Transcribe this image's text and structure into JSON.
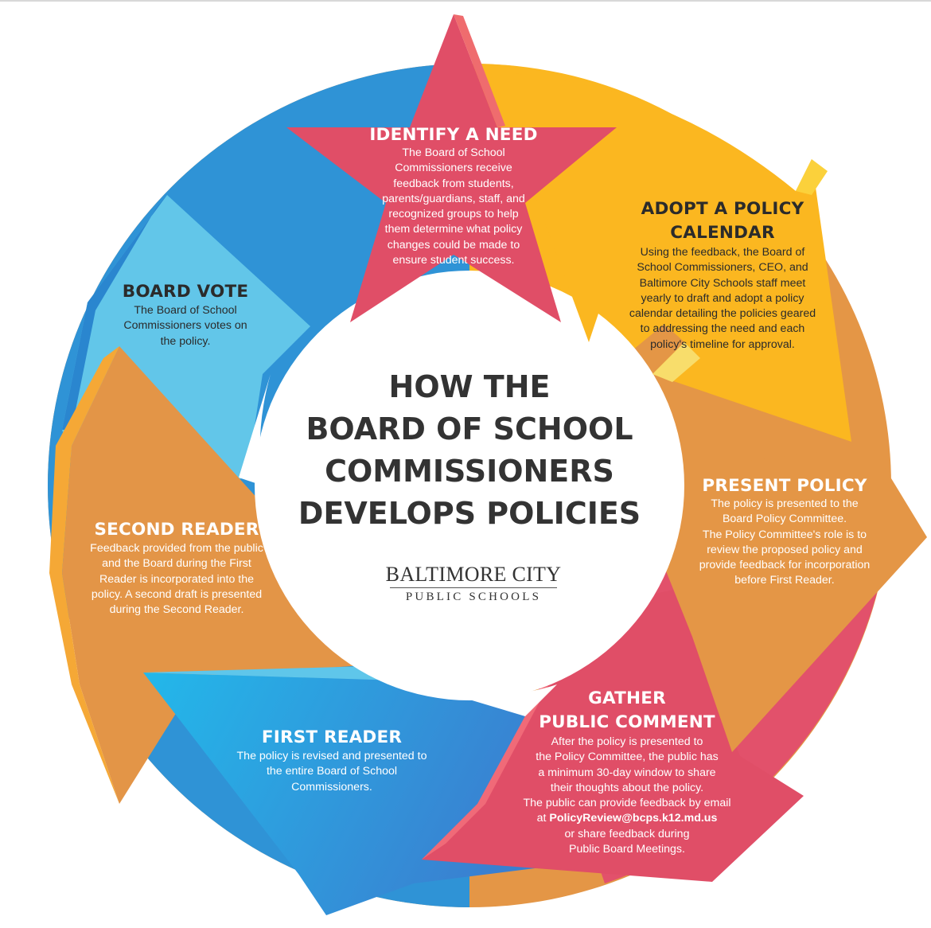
{
  "title": {
    "lines": [
      "HOW THE",
      "BOARD OF SCHOOL",
      "COMMISSIONERS",
      "DEVELOPS POLICIES"
    ]
  },
  "logo": {
    "line1": "BALTIMORE CITY",
    "line2": "PUBLIC SCHOOLS"
  },
  "colors": {
    "star": "#e04e67",
    "yellow": "#fbb720",
    "orange": "#e39547",
    "red": "#e2516b",
    "blue": "#2f93d6",
    "light_blue": "#62c6e9",
    "dark_text": "#2b2b2b"
  },
  "steps": {
    "identify": {
      "heading": [
        "IDENTIFY A NEED"
      ],
      "body": [
        "The Board of School",
        "Commissioners receive",
        "feedback from students,",
        "parents/guardians, staff, and",
        "recognized groups to help",
        "them determine what policy",
        "changes could be made to",
        "ensure student success."
      ]
    },
    "adopt": {
      "heading": [
        "ADOPT A POLICY",
        "CALENDAR"
      ],
      "body": [
        "Using the feedback, the Board of",
        "School Commissioners, CEO, and",
        "Baltimore City Schools staff meet",
        "yearly to draft and adopt a policy",
        "calendar detailing the policies geared",
        "to addressing the need and each",
        "policy's timeline for approval."
      ]
    },
    "present": {
      "heading": [
        "PRESENT POLICY"
      ],
      "body": [
        "The policy is presented to the",
        "Board Policy Committee.",
        "The Policy Committee's role is to",
        "review the proposed policy and",
        "provide feedback for incorporation",
        "before First Reader."
      ]
    },
    "gather": {
      "heading": [
        "GATHER",
        "PUBLIC COMMENT"
      ],
      "body": [
        "After the policy is presented to",
        "the Policy Committee, the public has",
        "a minimum 30-day window to share",
        "their thoughts about the policy.",
        "The public can provide feedback by email"
      ],
      "email_prefix": "at ",
      "email": "PolicyReview@bcps.k12.md.us",
      "body2": [
        "or share feedback during",
        "Public Board Meetings."
      ]
    },
    "first": {
      "heading": [
        "FIRST READER"
      ],
      "body": [
        "The policy is revised and presented to",
        "the entire Board of School",
        "Commissioners."
      ]
    },
    "second": {
      "heading": [
        "SECOND READER"
      ],
      "body": [
        "Feedback provided from the public",
        "and the Board during the First",
        "Reader is incorporated into the",
        "policy. A second draft is presented",
        "during the Second Reader."
      ]
    },
    "vote": {
      "heading": [
        "BOARD VOTE"
      ],
      "body": [
        "The Board of School",
        "Commissioners votes on",
        "the policy."
      ]
    }
  }
}
